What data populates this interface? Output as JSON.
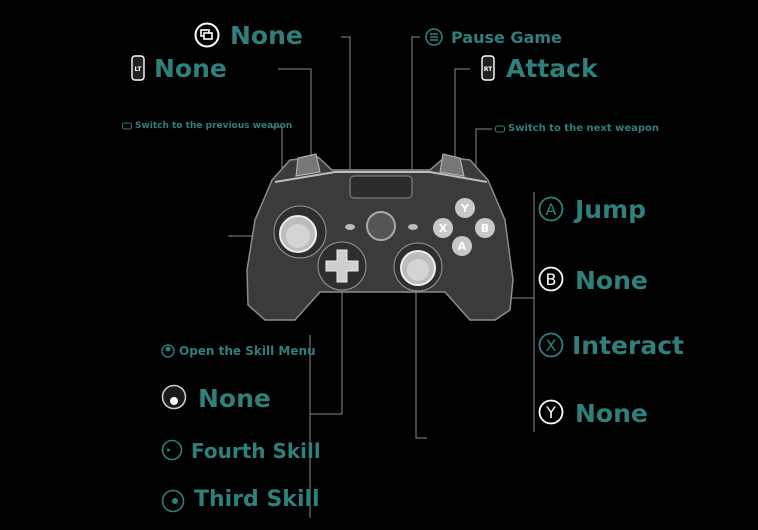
{
  "mappings": {
    "view": "None",
    "menu": "Pause Game",
    "lt": "None",
    "rt": "Attack",
    "lb": "Switch to the previous weapon",
    "rb": "Switch to the next weapon",
    "a": "Jump",
    "b": "None",
    "x": "Interact",
    "y": "None",
    "left_stick_press": "Open the Skill Menu",
    "left_stick": "None",
    "dpad_down": "Fourth Skill",
    "dpad_left": "Third Skill"
  },
  "icons": {
    "view": "view-icon",
    "menu": "menu-icon",
    "lt": "lt-trigger-icon",
    "rt": "rt-trigger-icon",
    "lb": "lb-bumper-icon",
    "rb": "rb-bumper-icon",
    "a": "a-button-icon",
    "b": "b-button-icon",
    "x": "x-button-icon",
    "y": "y-button-icon",
    "stick": "left-stick-icon",
    "dpad": "dpad-icon"
  },
  "face_letters": {
    "a": "A",
    "b": "B",
    "x": "X",
    "y": "Y"
  },
  "trigger_letters": {
    "lt": "LT",
    "rt": "RT"
  },
  "colors": {
    "label": "#2f7f7c",
    "background": "#000000",
    "controller": "#3a3a3a",
    "line": "#9a9a9a"
  }
}
